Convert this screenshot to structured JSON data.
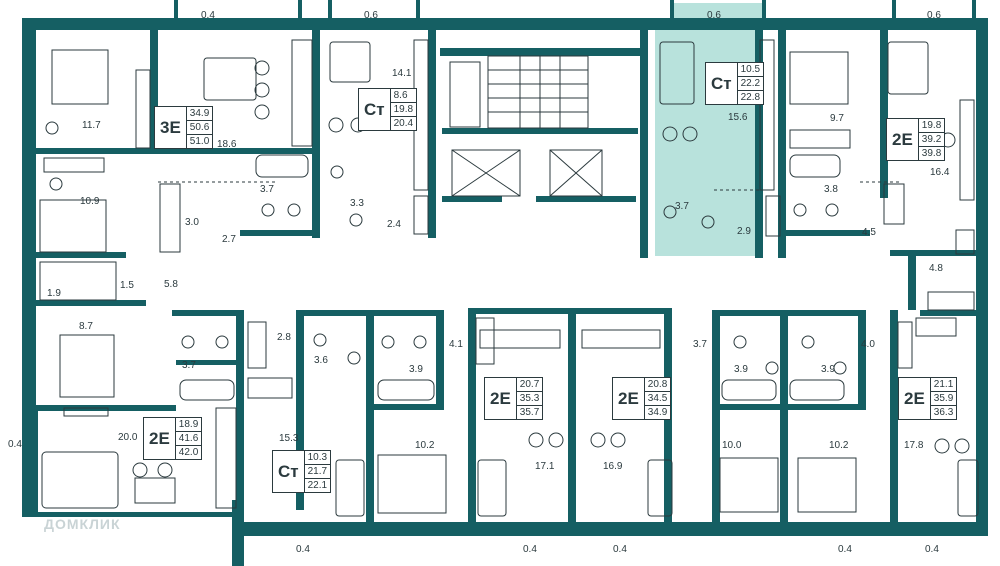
{
  "balconies": [
    "0.4",
    "0.6",
    "0.6",
    "0.6",
    "0.4",
    "0.4",
    "0.4",
    "0.4",
    "0.4",
    "0.4"
  ],
  "rooms": {
    "r_11_7": "11.7",
    "r_18_6": "18.6",
    "r_14_1": "14.1",
    "r_15_6": "15.6",
    "r_9_7": "9.7",
    "r_16_4": "16.4",
    "r_10_9": "10.9",
    "r_3_7a": "3.7",
    "r_3_0": "3.0",
    "r_2_7": "2.7",
    "r_3_3": "3.3",
    "r_2_4": "2.4",
    "r_3_7b": "3.7",
    "r_2_9": "2.9",
    "r_3_8": "3.8",
    "r_4_5": "4.5",
    "r_4_8": "4.8",
    "r_1_9": "1.9",
    "r_1_5": "1.5",
    "r_5_8": "5.8",
    "r_8_7": "8.7",
    "r_2_8": "2.8",
    "r_3_6": "3.6",
    "r_4_1": "4.1",
    "r_3_7c": "3.7",
    "r_3_7d": "3.7",
    "r_3_9a": "3.9",
    "r_3_9b": "3.9",
    "r_3_9c": "3.9",
    "r_4_0": "4.0",
    "r_20_0": "20.0",
    "r_15_3": "15.3",
    "r_10_2a": "10.2",
    "r_17_1": "17.1",
    "r_16_9": "16.9",
    "r_10_0": "10.0",
    "r_10_2b": "10.2",
    "r_17_8": "17.8"
  },
  "apartments": {
    "a3e": {
      "code": "3E",
      "v1": "34.9",
      "v2": "50.6",
      "v3": "51.0"
    },
    "ct1": {
      "code": "Ст",
      "v1": "8.6",
      "v2": "19.8",
      "v3": "20.4"
    },
    "ct2": {
      "code": "Ст",
      "v1": "10.5",
      "v2": "22.2",
      "v3": "22.8"
    },
    "a2e1": {
      "code": "2E",
      "v1": "19.8",
      "v2": "39.2",
      "v3": "39.8"
    },
    "a2e2": {
      "code": "2E",
      "v1": "18.9",
      "v2": "41.6",
      "v3": "42.0"
    },
    "ct3": {
      "code": "Ст",
      "v1": "10.3",
      "v2": "21.7",
      "v3": "22.1"
    },
    "a2e3": {
      "code": "2E",
      "v1": "20.7",
      "v2": "35.3",
      "v3": "35.7"
    },
    "a2e4": {
      "code": "2E",
      "v1": "20.8",
      "v2": "34.5",
      "v3": "34.9"
    },
    "a2e5": {
      "code": "2E",
      "v1": "21.1",
      "v2": "35.9",
      "v3": "36.3"
    }
  },
  "watermark": "ДОМКЛИК",
  "colors": {
    "wall": "#155f63",
    "highlight": "#b8e2dc",
    "line": "#2b3a3e"
  }
}
